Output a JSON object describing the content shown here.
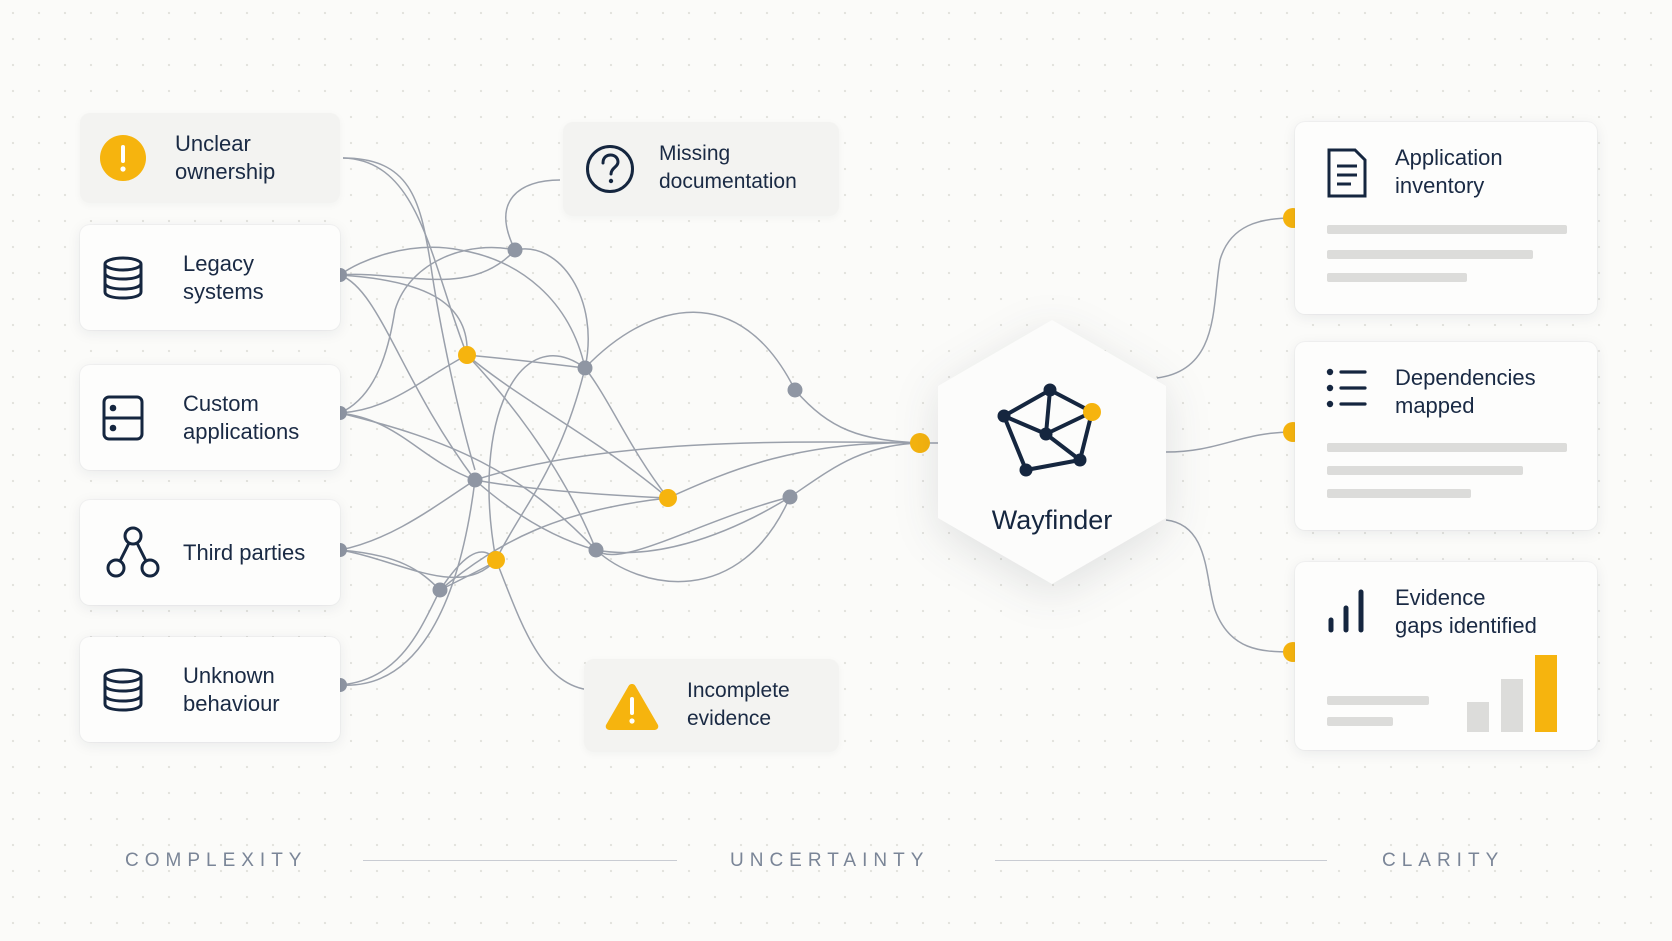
{
  "sources": [
    {
      "label": "Unclear\nownership",
      "icon": "warning-circle-icon"
    },
    {
      "label": "Legacy\nsystems",
      "icon": "database-icon"
    },
    {
      "label": "Custom\napplications",
      "icon": "server-icon"
    },
    {
      "label": "Third parties",
      "icon": "share-nodes-icon"
    },
    {
      "label": "Unknown\nbehaviour",
      "icon": "database-icon"
    }
  ],
  "issues": [
    {
      "label": "Missing\ndocumentation",
      "icon": "question-icon"
    },
    {
      "label": "Incomplete\nevidence",
      "icon": "warning-triangle-icon"
    }
  ],
  "hub": {
    "title": "Wayfinder",
    "icon": "network-graph-icon"
  },
  "outputs": [
    {
      "label": "Application\ninventory",
      "icon": "document-icon"
    },
    {
      "label": "Dependencies\nmapped",
      "icon": "list-icon"
    },
    {
      "label": "Evidence\ngaps identified",
      "icon": "bar-chart-icon"
    }
  ],
  "stages": [
    "COMPLEXITY",
    "UNCERTAINTY",
    "CLARITY"
  ],
  "colors": {
    "accent": "#f6b40e",
    "node_gray": "#8f96a3",
    "ink": "#15263f",
    "wire": "#9aa0ab"
  }
}
